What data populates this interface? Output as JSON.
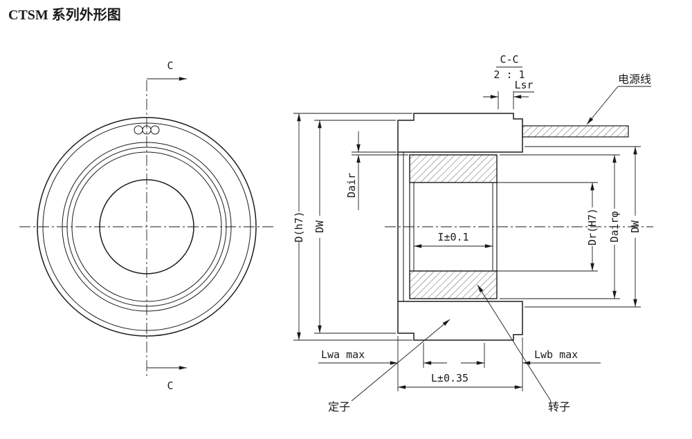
{
  "title": "CTSM 系列外形图",
  "colors": {
    "title_red": "#c00000",
    "line": "#1a1a1a",
    "background": "#ffffff"
  },
  "left_view": {
    "section_letter_top": "C",
    "section_letter_bottom": "C"
  },
  "right_view": {
    "section_name": "C-C",
    "section_scale": "2 : 1",
    "power_cable_label": "电源线",
    "stator_label": "定子",
    "rotor_label": "转子",
    "dimensions": {
      "lsr": "Lsr",
      "outer_diameter": "D(h7)",
      "dw_left": "DW",
      "air_gap": "Dair",
      "bore_width": "I±0.1",
      "rotor_bore_diameter": "Dr(H7)",
      "air_gap_diameter": "Dairφ",
      "dw_right": "DW",
      "lwa_max": "Lwa max",
      "lwb_max": "Lwb max",
      "total_length": "L±0.35"
    }
  }
}
